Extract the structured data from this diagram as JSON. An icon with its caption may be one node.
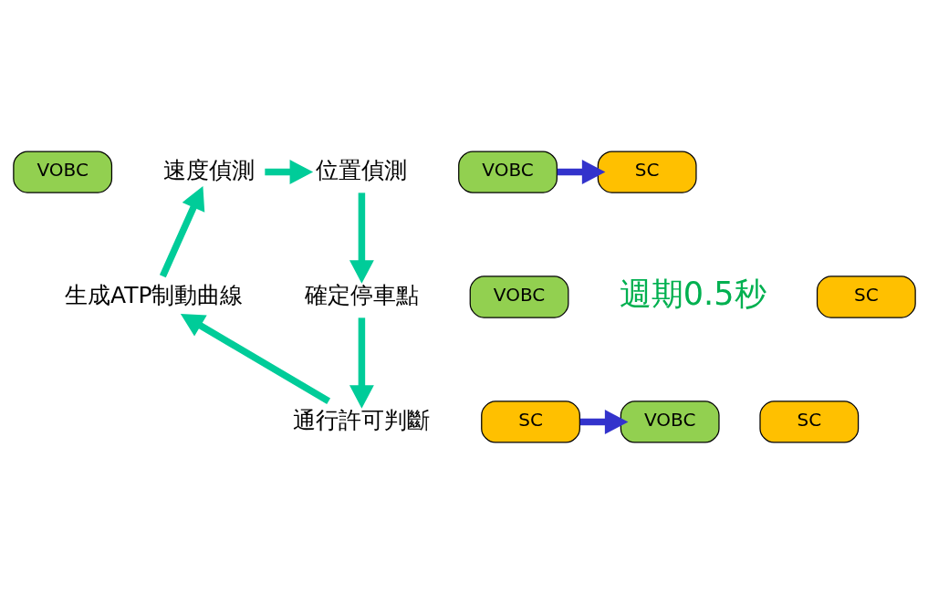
{
  "diagram": {
    "nodes": [
      {
        "text": [
          "速度偵測"
        ]
      },
      {
        "text": [
          "位置偵測"
        ]
      },
      {
        "text": [
          "確定停車點"
        ]
      },
      {
        "text": [
          "通行許可判斷"
        ]
      },
      {
        "text": [
          "生成ATP制動曲線"
        ]
      },
      {
        "text": [
          "VOBC"
        ]
      },
      {
        "text": [
          "VOBC"
        ]
      },
      {
        "text": [
          "SC"
        ]
      },
      {
        "text": [
          "SC"
        ]
      },
      {
        "text": [
          "SC"
        ]
      },
      {
        "text": [
          "VOBC"
        ]
      },
      {
        "text": [
          "SC"
        ]
      },
      {
        "text": [
          "VOBC"
        ]
      }
    ],
    "edges": [
      {
        "from": 0,
        "to": 1,
        "arrow": "to"
      },
      {
        "from": 1,
        "to": 2,
        "arrow": "to"
      },
      {
        "from": 2,
        "to": 3,
        "arrow": "to"
      },
      {
        "from": 3,
        "to": 4,
        "arrow": "to"
      },
      {
        "from": 4,
        "to": 0,
        "arrow": "to"
      },
      {
        "from": 6,
        "to": 7,
        "arrow": "to",
        "color": "#3333cc"
      },
      {
        "from": 11,
        "to": 12,
        "arrow": "to",
        "color": "#3333cc"
      }
    ],
    "labels": [
      "週期0.5秒"
    ]
  }
}
